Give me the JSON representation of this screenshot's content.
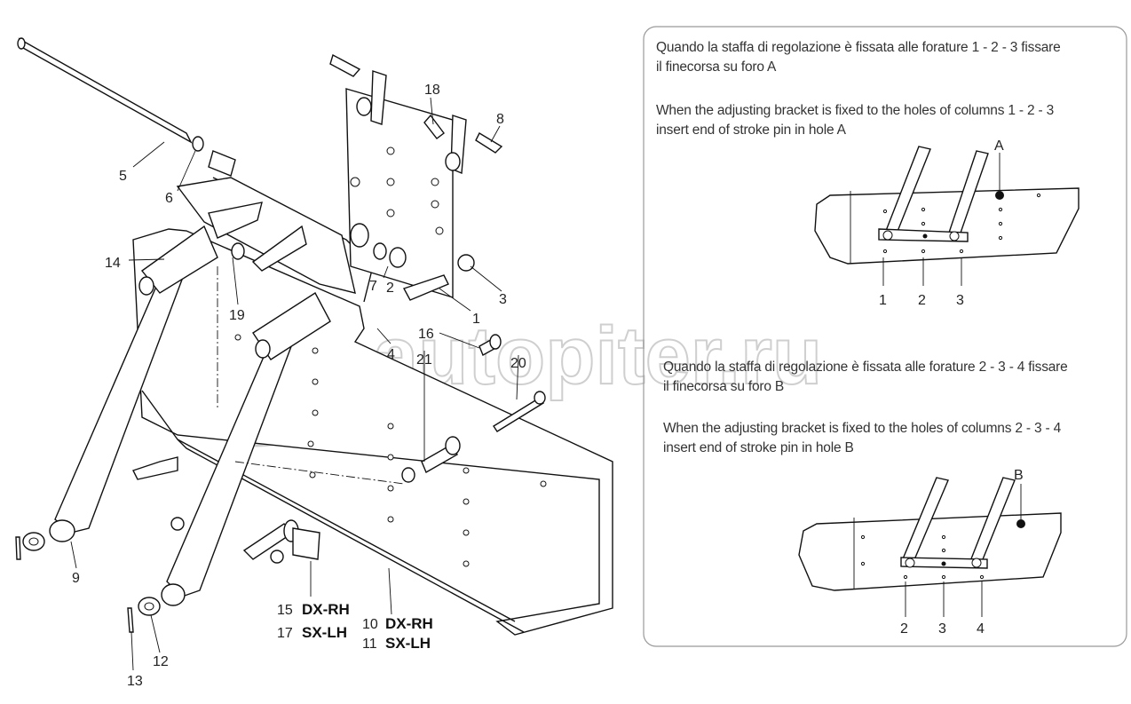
{
  "callouts": {
    "p1": "1",
    "p2": "2",
    "p3": "3",
    "p4": "4",
    "p5": "5",
    "p6": "6",
    "p7": "7",
    "p8": "8",
    "p9": "9",
    "p12": "12",
    "p13": "13",
    "p14": "14",
    "p16": "16",
    "p18": "18",
    "p19": "19",
    "p20": "20",
    "p21": "21",
    "p15": "15",
    "p17": "17",
    "p10": "10",
    "p11": "11",
    "dx_rh": "DX-RH",
    "sx_lh": "SX-LH"
  },
  "notes": {
    "note_a_it_1": "Quando la staffa di regolazione è fissata alle forature 1 - 2 - 3 fissare",
    "note_a_it_2": "il finecorsa su foro A",
    "note_a_en_1": "When the adjusting bracket is fixed to the holes of columns 1 - 2 - 3",
    "note_a_en_2": "insert end of stroke pin in hole A",
    "note_b_it_1": "Quando la staffa di regolazione è fissata alle forature 2 - 3 - 4 fissare",
    "note_b_it_2": "il finecorsa su foro B",
    "note_b_en_1": "When the adjusting bracket is fixed to the holes of columns 2 - 3 - 4",
    "note_b_en_2": "insert end of stroke pin in hole B"
  },
  "detail_a": {
    "hole_label": "A",
    "columns": [
      "1",
      "2",
      "3"
    ]
  },
  "detail_b": {
    "hole_label": "B",
    "columns": [
      "2",
      "3",
      "4"
    ]
  },
  "watermark": "autopiter.ru"
}
